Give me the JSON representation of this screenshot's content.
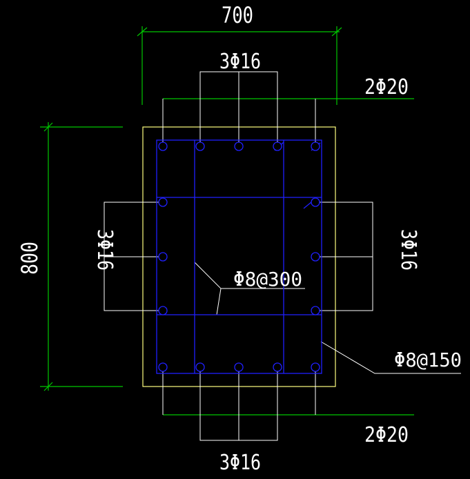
{
  "drawing": {
    "dim_width": "700",
    "dim_height": "800",
    "top_bars": "3Φ16",
    "bottom_bars": "3Φ16",
    "left_bars": "3Φ16",
    "right_bars": "3Φ16",
    "corner_bars_top": "2Φ20",
    "corner_bars_bottom": "2Φ20",
    "tie_inner": "Φ8@300",
    "tie_outer": "Φ8@150"
  },
  "colors": {
    "background": "#000000",
    "dimension": "#00c800",
    "outline": "#ffff80",
    "rebar": "#2020ff",
    "leader": "#ffffff"
  }
}
